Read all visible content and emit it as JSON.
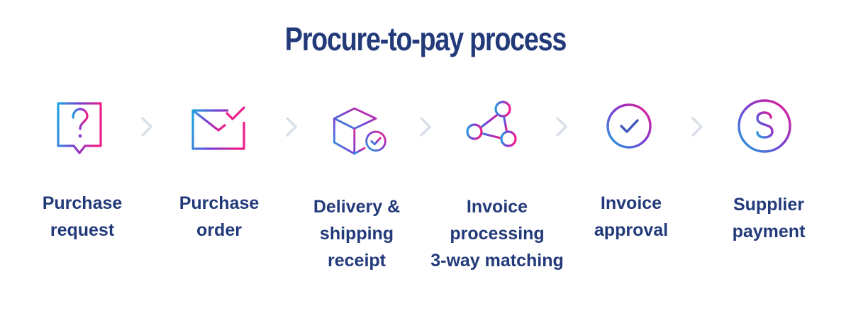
{
  "title": "Procure-to-pay process",
  "steps": [
    {
      "icon": "question-bubble-icon",
      "lines": [
        "Purchase",
        "request"
      ]
    },
    {
      "icon": "envelope-check-icon",
      "lines": [
        "Purchase",
        "order"
      ]
    },
    {
      "icon": "box-check-icon",
      "lines": [
        "Delivery &",
        "shipping",
        "receipt"
      ]
    },
    {
      "icon": "connected-nodes-icon",
      "lines": [
        "Invoice",
        "processing",
        "3-way matching"
      ]
    },
    {
      "icon": "check-circle-icon",
      "lines": [
        "Invoice",
        "approval"
      ]
    },
    {
      "icon": "dollar-circle-icon",
      "lines": [
        "Supplier",
        "payment"
      ]
    }
  ],
  "colors": {
    "title": "#233a7a",
    "gradient_start": "#1fa3e0",
    "gradient_mid": "#7b3fd4",
    "gradient_end": "#ec1e8c",
    "chevron": "#d9e0ea"
  }
}
